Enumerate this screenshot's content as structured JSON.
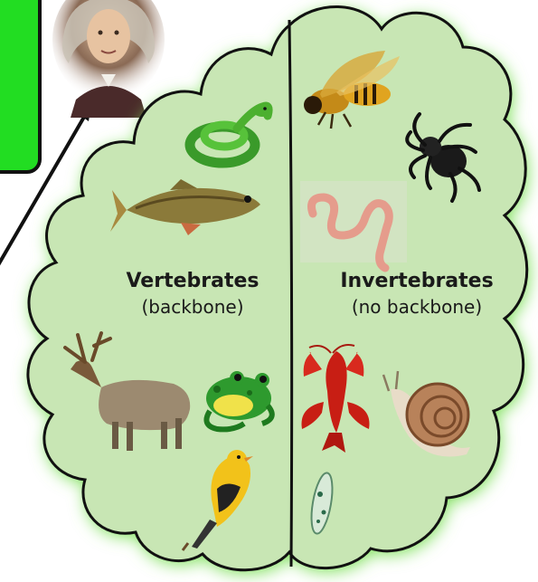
{
  "diagram": {
    "vertebrates": {
      "heading": "Vertebrates",
      "subheading": "(backbone)"
    },
    "invertebrates": {
      "heading": "Invertebrates",
      "subheading": "(no backbone)"
    }
  },
  "icons": {
    "vertebrates": [
      "snake-icon",
      "fish-icon",
      "elk-icon",
      "frog-icon",
      "bird-icon"
    ],
    "invertebrates": [
      "wasp-icon",
      "spider-icon",
      "worm-icon",
      "lobster-icon",
      "snail-icon",
      "paramecium-icon"
    ]
  },
  "colors": {
    "callout_box": "#22dd22",
    "cloud_fill": "#c8e6b4",
    "cloud_glow": "#7ee05a",
    "outline": "#111111"
  }
}
